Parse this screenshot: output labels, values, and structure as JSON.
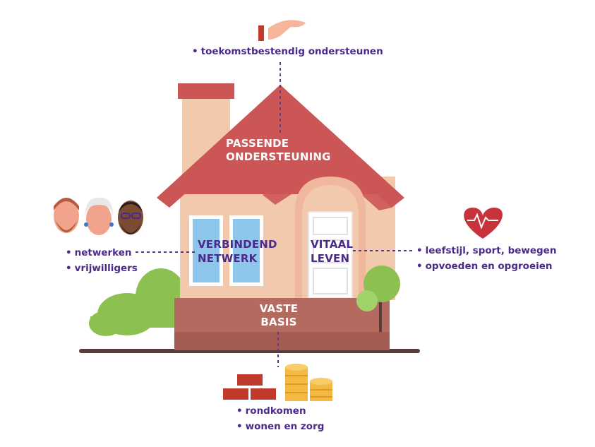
{
  "house": {
    "roof_label_1": "PASSENDE",
    "roof_label_2": "ONDERSTEUNING",
    "left_label_1": "VERBINDEND",
    "left_label_2": "NETWERK",
    "right_label_1": "VITAAL",
    "right_label_2": "LEVEN",
    "base_label_1": "VASTE",
    "base_label_2": "BASIS"
  },
  "top": {
    "items": [
      "toekomstbestendig ondersteunen"
    ]
  },
  "left": {
    "items": [
      "netwerken",
      "vrijwilligers"
    ]
  },
  "right": {
    "items": [
      "leefstijl, sport, bewegen",
      "opvoeden en opgroeien"
    ]
  },
  "bottom": {
    "items": [
      "rondkomen",
      "wonen en zorg"
    ]
  },
  "bullet": "•",
  "colors": {
    "roof": "#cc5555",
    "wall": "#f3c9ae",
    "base": "#b56a60",
    "text_purple": "#4a2a8a",
    "green": "#8cc152",
    "heart": "#c8323a",
    "coin": "#f4b942",
    "brick": "#c0392b"
  },
  "icons": [
    "hand-icon",
    "people-icon",
    "heart-icon",
    "bricks-icon",
    "coins-icon",
    "tree-icon",
    "bush-icon"
  ]
}
